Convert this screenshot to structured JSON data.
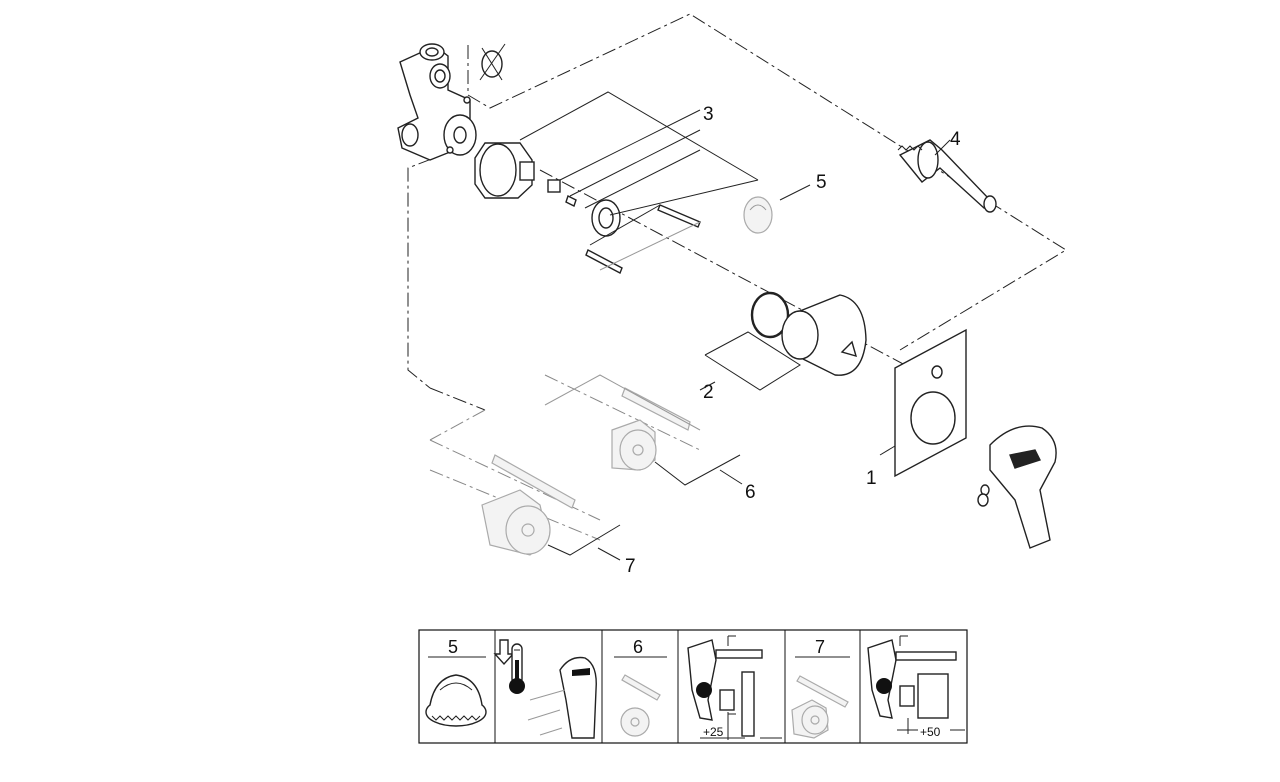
{
  "callouts": [
    "1",
    "2",
    "3",
    "4",
    "5",
    "6",
    "7"
  ],
  "table": {
    "cells": [
      {
        "label": "5"
      },
      {
        "label": ""
      },
      {
        "label": "6"
      },
      {
        "label": "",
        "dimension": "+25"
      },
      {
        "label": "7"
      },
      {
        "label": "",
        "dimension": "+50"
      }
    ]
  },
  "icons": [
    "temperature-icon",
    "arrow-down-icon",
    "lever-handle-icon",
    "spindle-cap-icon",
    "extension-icon",
    "body-section-icon"
  ]
}
